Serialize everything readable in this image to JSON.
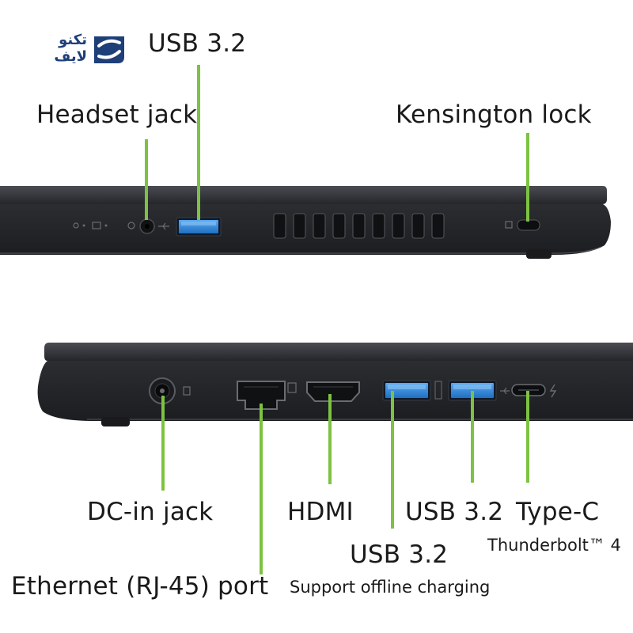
{
  "logo": {
    "line1": "تكنو",
    "line2": "لايف",
    "mark": "speech-bubble-s-logo",
    "color": "#1f3f79"
  },
  "labels": {
    "usb_top": "USB 3.2",
    "headset_jack": "Headset jack",
    "kensington_lock": "Kensington lock",
    "dc_in_jack": "DC-in jack",
    "ethernet": "Ethernet (RJ-45) port",
    "hdmi": "HDMI",
    "usb_right": "USB 3.2",
    "type_c": "Type-C",
    "thunderbolt": "Thunderbolt™ 4",
    "usb_offline": "USB 3.2",
    "offline_note": "Support offline charging"
  },
  "colors": {
    "callout": "#7dc242",
    "chassis": "#2a2b2f",
    "usb_port": "#2f86d8",
    "text": "#1a1a1a"
  }
}
